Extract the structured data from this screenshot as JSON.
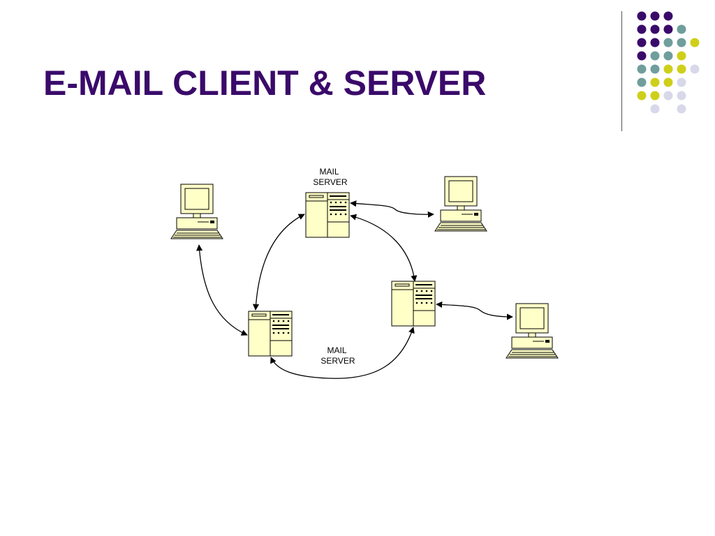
{
  "slide": {
    "title": "E-MAIL CLIENT & SERVER"
  },
  "diagram": {
    "server_label_top": [
      "MAIL",
      "SERVER"
    ],
    "server_label_bottom": [
      "MAIL",
      "SERVER"
    ]
  },
  "colors": {
    "title": "#3a0a6a",
    "device_fill": "#ffffc8",
    "dot_purple": "#3a0a6a",
    "dot_teal": "#6f9e9c",
    "dot_yellow": "#cfcf1a",
    "dot_lavender": "#d8d8ea"
  },
  "decor": {
    "dot_rows": [
      [
        "purple",
        "purple",
        "purple"
      ],
      [
        "purple",
        "purple",
        "purple",
        "teal"
      ],
      [
        "purple",
        "purple",
        "teal",
        "teal",
        "yellow"
      ],
      [
        "purple",
        "teal",
        "teal",
        "yellow"
      ],
      [
        "teal",
        "teal",
        "yellow",
        "yellow",
        "lavender"
      ],
      [
        "teal",
        "yellow",
        "yellow",
        "lavender"
      ],
      [
        "yellow",
        "yellow",
        "lavender",
        "lavender"
      ],
      [
        "lavender",
        "lavender"
      ]
    ]
  }
}
